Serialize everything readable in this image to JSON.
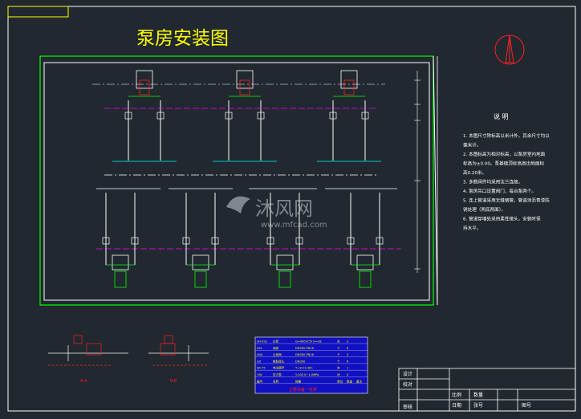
{
  "drawing": {
    "title": "泵房安装图",
    "colors": {
      "background": "#212830",
      "frame": "#ffffff",
      "title": "#ffff00",
      "pipe_green": "#00ff00",
      "pipe_white": "#ffffff",
      "red": "#ff2020",
      "cyan": "#00ffff",
      "magenta": "#ff00ff",
      "table_blue": "#1010c0"
    }
  },
  "notes": {
    "heading": "说    明",
    "lines": [
      "1. 本图尺寸除标高以米计外，其余尺寸均以",
      "毫米计。",
      "2. 本图标高为相对标高，以泵房室内地面",
      "标高为±0.00。泵基础顶标高高出地面标",
      "高0.20米。",
      "3. 多数阀件均采用法兰连接。",
      "4. 泵房吊口设置阀门，每台泵两个。",
      "5. 连上管道采用无缝钢管，管道涂沥青漆防",
      "锈处理（两底两面）。",
      "6. 管道穿墙处采用柔性接头，安装时保",
      "持水平。"
    ]
  },
  "equipment_table": {
    "title": "主要设备一览表",
    "rows": [
      [
        "SH-031",
        "水泵",
        "Q=400m³/h H=28",
        "台",
        "3",
        ""
      ],
      [
        "Z41",
        "闸阀",
        "DN300 PN16",
        "个",
        "6",
        ""
      ],
      [
        "H44",
        "止回阀",
        "DN300 PN16",
        "个",
        "3",
        ""
      ],
      [
        "GZ",
        "橡胶接头",
        "DN300",
        "个",
        "6",
        ""
      ],
      [
        "SR-75",
        "电动葫芦",
        "T=2t H=6m",
        "台",
        "1",
        ""
      ],
      [
        "Y-W",
        "压力表",
        "Y-100 0~1.0MPa",
        "块",
        "3",
        ""
      ],
      [
        "编号",
        "名称",
        "规格",
        "单位",
        "数量",
        "备注"
      ]
    ]
  },
  "title_block": {
    "labels": [
      "设计",
      "校对",
      "审核",
      "比例",
      "数量",
      "图号",
      "日期",
      "张号"
    ]
  },
  "section_labels": [
    "A-A",
    "B-B"
  ],
  "watermark": {
    "brand": "沐风网",
    "url": "www.mfcad.com"
  }
}
